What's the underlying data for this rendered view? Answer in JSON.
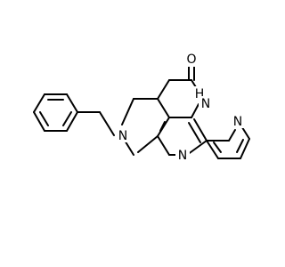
{
  "molecule": {
    "colors": {
      "bond": "#000000",
      "label": "#000000",
      "background": "#ffffff"
    },
    "labels": {
      "carbonyl_oxygen": "O",
      "ring_nh": "H",
      "ring_nh_n": "N",
      "pyrimidine_n": "N",
      "ring_amine_n": "N",
      "pyridine_n": "N"
    }
  }
}
